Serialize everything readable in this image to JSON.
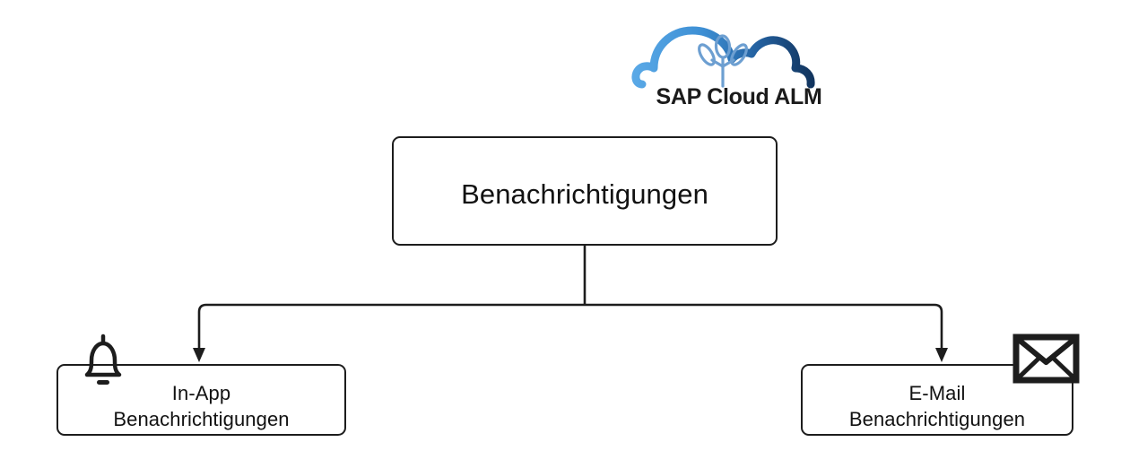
{
  "page": {
    "background_color": "#ffffff",
    "stroke_color": "#1d1d1d",
    "text_color": "#121212"
  },
  "logo": {
    "name": "sap-cloud-alm-logo",
    "text": "SAP Cloud ALM",
    "cloud_gradient_from": "#4a9fe0",
    "cloud_gradient_to": "#123d73",
    "mark_color": "#6a9fd4"
  },
  "diagram": {
    "type": "hierarchy",
    "root": {
      "id": "benachrichtigungen",
      "label": "Benachrichtigungen"
    },
    "children": [
      {
        "id": "in-app",
        "label": "In-App\nBenachrichtigungen",
        "icon": "bell-icon"
      },
      {
        "id": "email",
        "label": "E-Mail\nBenachrichtigungen",
        "icon": "envelope-icon"
      }
    ]
  }
}
